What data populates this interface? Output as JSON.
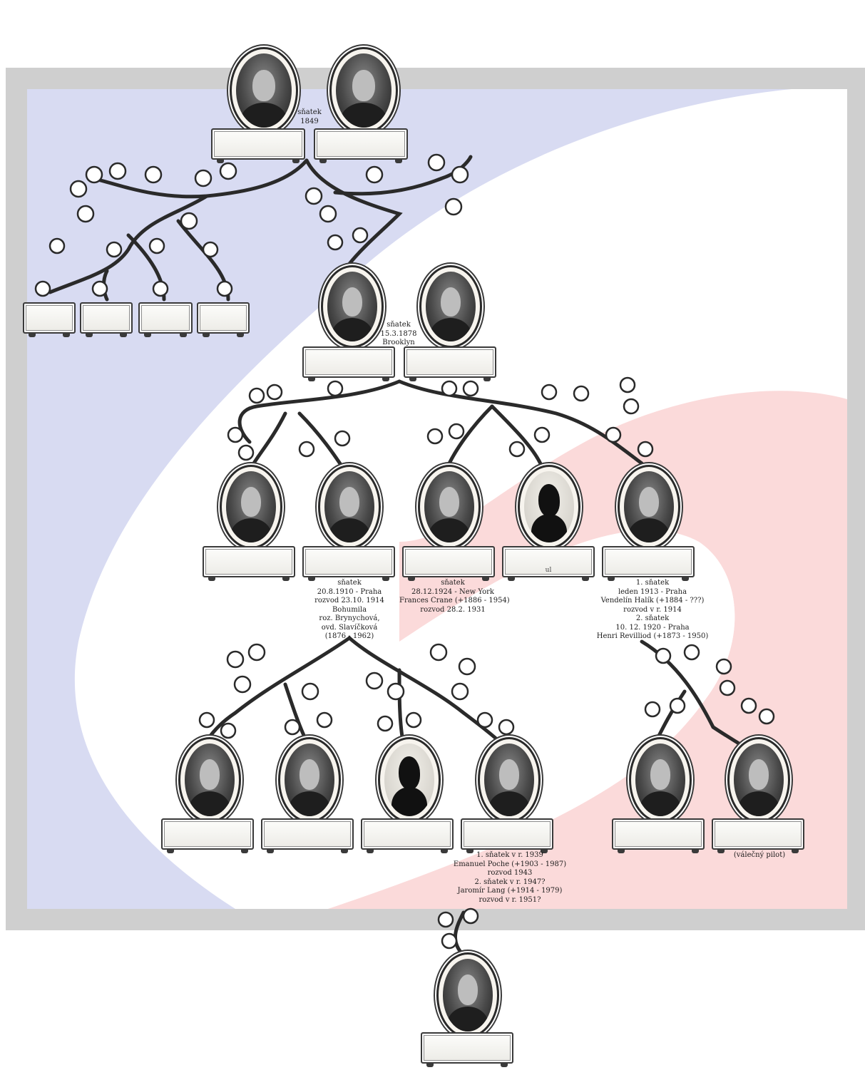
{
  "notes": {
    "gen1_marriage": [
      "sňatek",
      "1849"
    ],
    "gen2_marriage": [
      "sňatek",
      "15.3.1878",
      "Brooklyn"
    ],
    "gen3_marriage_a": [
      "sňatek",
      "20.8.1910 - Praha",
      "rozvod 23.10. 1914",
      "Bohumila",
      "roz. Brynychová,",
      "ovd. Slavíčková",
      "(1876 - 1962)"
    ],
    "gen3_marriage_b": [
      "sňatek",
      "28.12.1924 - New York",
      "Frances Crane (+1886 - 1954)",
      "rozvod 28.2. 1931"
    ],
    "gen3_marriage_c": [
      "1. sňatek",
      "leden 1913 - Praha",
      "Vendelín Halík (+1884 - ???)",
      "rozvod v r. 1914",
      "2. sňatek",
      "10. 12. 1920 - Praha",
      "Henri Revilliod (+1873 - 1950)"
    ],
    "gen4_marriage": [
      "1. sňatek v r. 1939",
      "Emanuel Poche (+1903 - 1987)",
      "rozvod 1943",
      "2. sňatek v r. 1947?",
      "Jaromír Lang (+1914 - 1979)",
      "rozvod v r. 1951?"
    ],
    "war_note": [
      "(válečný pilot)"
    ]
  },
  "plaque_labels": {
    "g3_child4": "ul"
  },
  "colors": {
    "blue_wash": "#d8dbf2",
    "red_wash": "#fbdada",
    "frame_gray": "#cfcfcf",
    "ink": "#2a2a2a"
  }
}
